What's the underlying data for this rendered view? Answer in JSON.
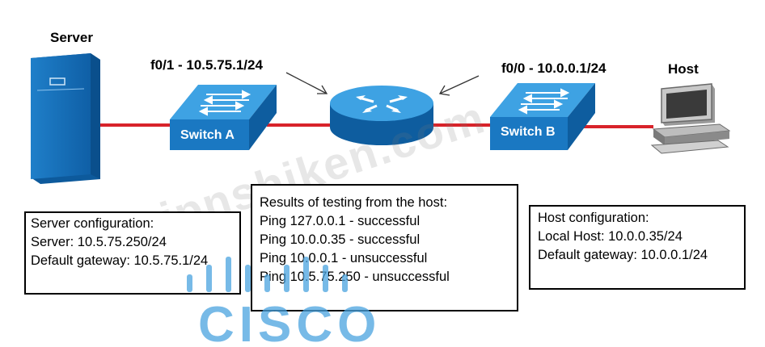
{
  "server": {
    "label": "Server"
  },
  "host": {
    "label": "Host"
  },
  "switch_a": {
    "label": "Switch A"
  },
  "switch_b": {
    "label": "Switch B"
  },
  "router": {
    "f01_label": "f0/1 - 10.5.75.1/24",
    "f00_label": "f0/0 - 10.0.0.1/24"
  },
  "server_config": {
    "title": "Server configuration:",
    "lines": [
      "Server: 10.5.75.250/24",
      "Default gateway: 10.5.75.1/24"
    ]
  },
  "test_results": {
    "title": "Results of testing from the host:",
    "lines": [
      "Ping 127.0.0.1 - successful",
      "Ping 10.0.0.35 - successful",
      "Ping 10.0.0.1 - unsuccessful",
      "Ping 10.5.75.250 - unsuccessful"
    ]
  },
  "host_config": {
    "title": "Host configuration:",
    "lines": [
      "Local Host: 10.0.0.35/24",
      "Default gateway: 10.0.0.1/24"
    ]
  },
  "watermark": {
    "text": "jpnshiken.com",
    "logo": "CISCO"
  },
  "colors": {
    "link": "#d8232a",
    "device_blue": "#1a78c2",
    "device_top": "#3aa0e0",
    "cisco_blue": "#4aa3df"
  }
}
